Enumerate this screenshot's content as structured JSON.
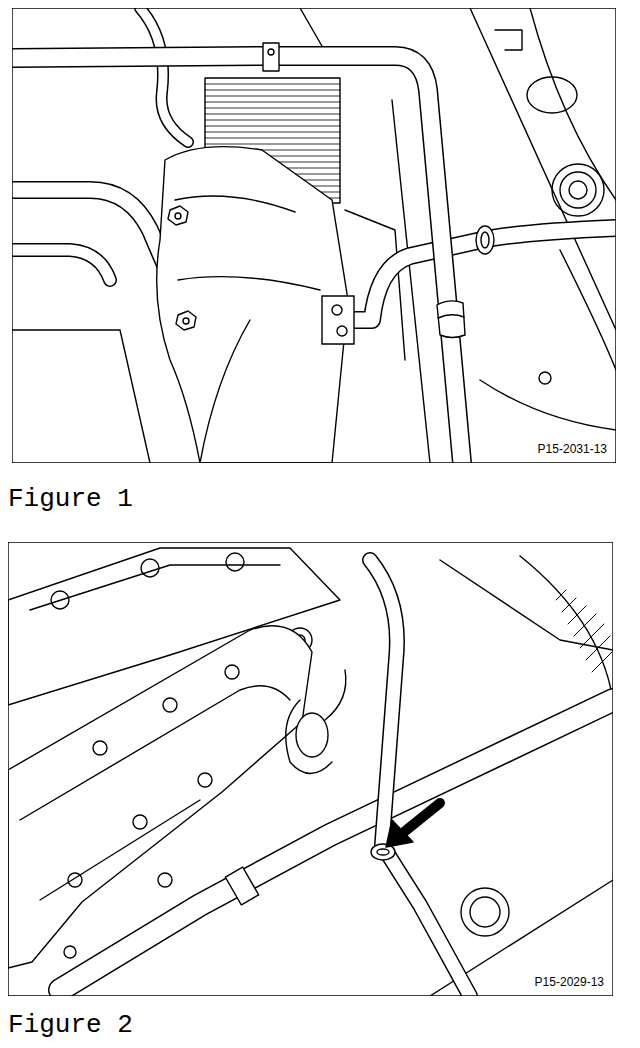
{
  "diagram": {
    "labels": [
      "P15-2031-13",
      "Figure 1",
      "P15-2029-13",
      "Figure 2"
    ]
  }
}
